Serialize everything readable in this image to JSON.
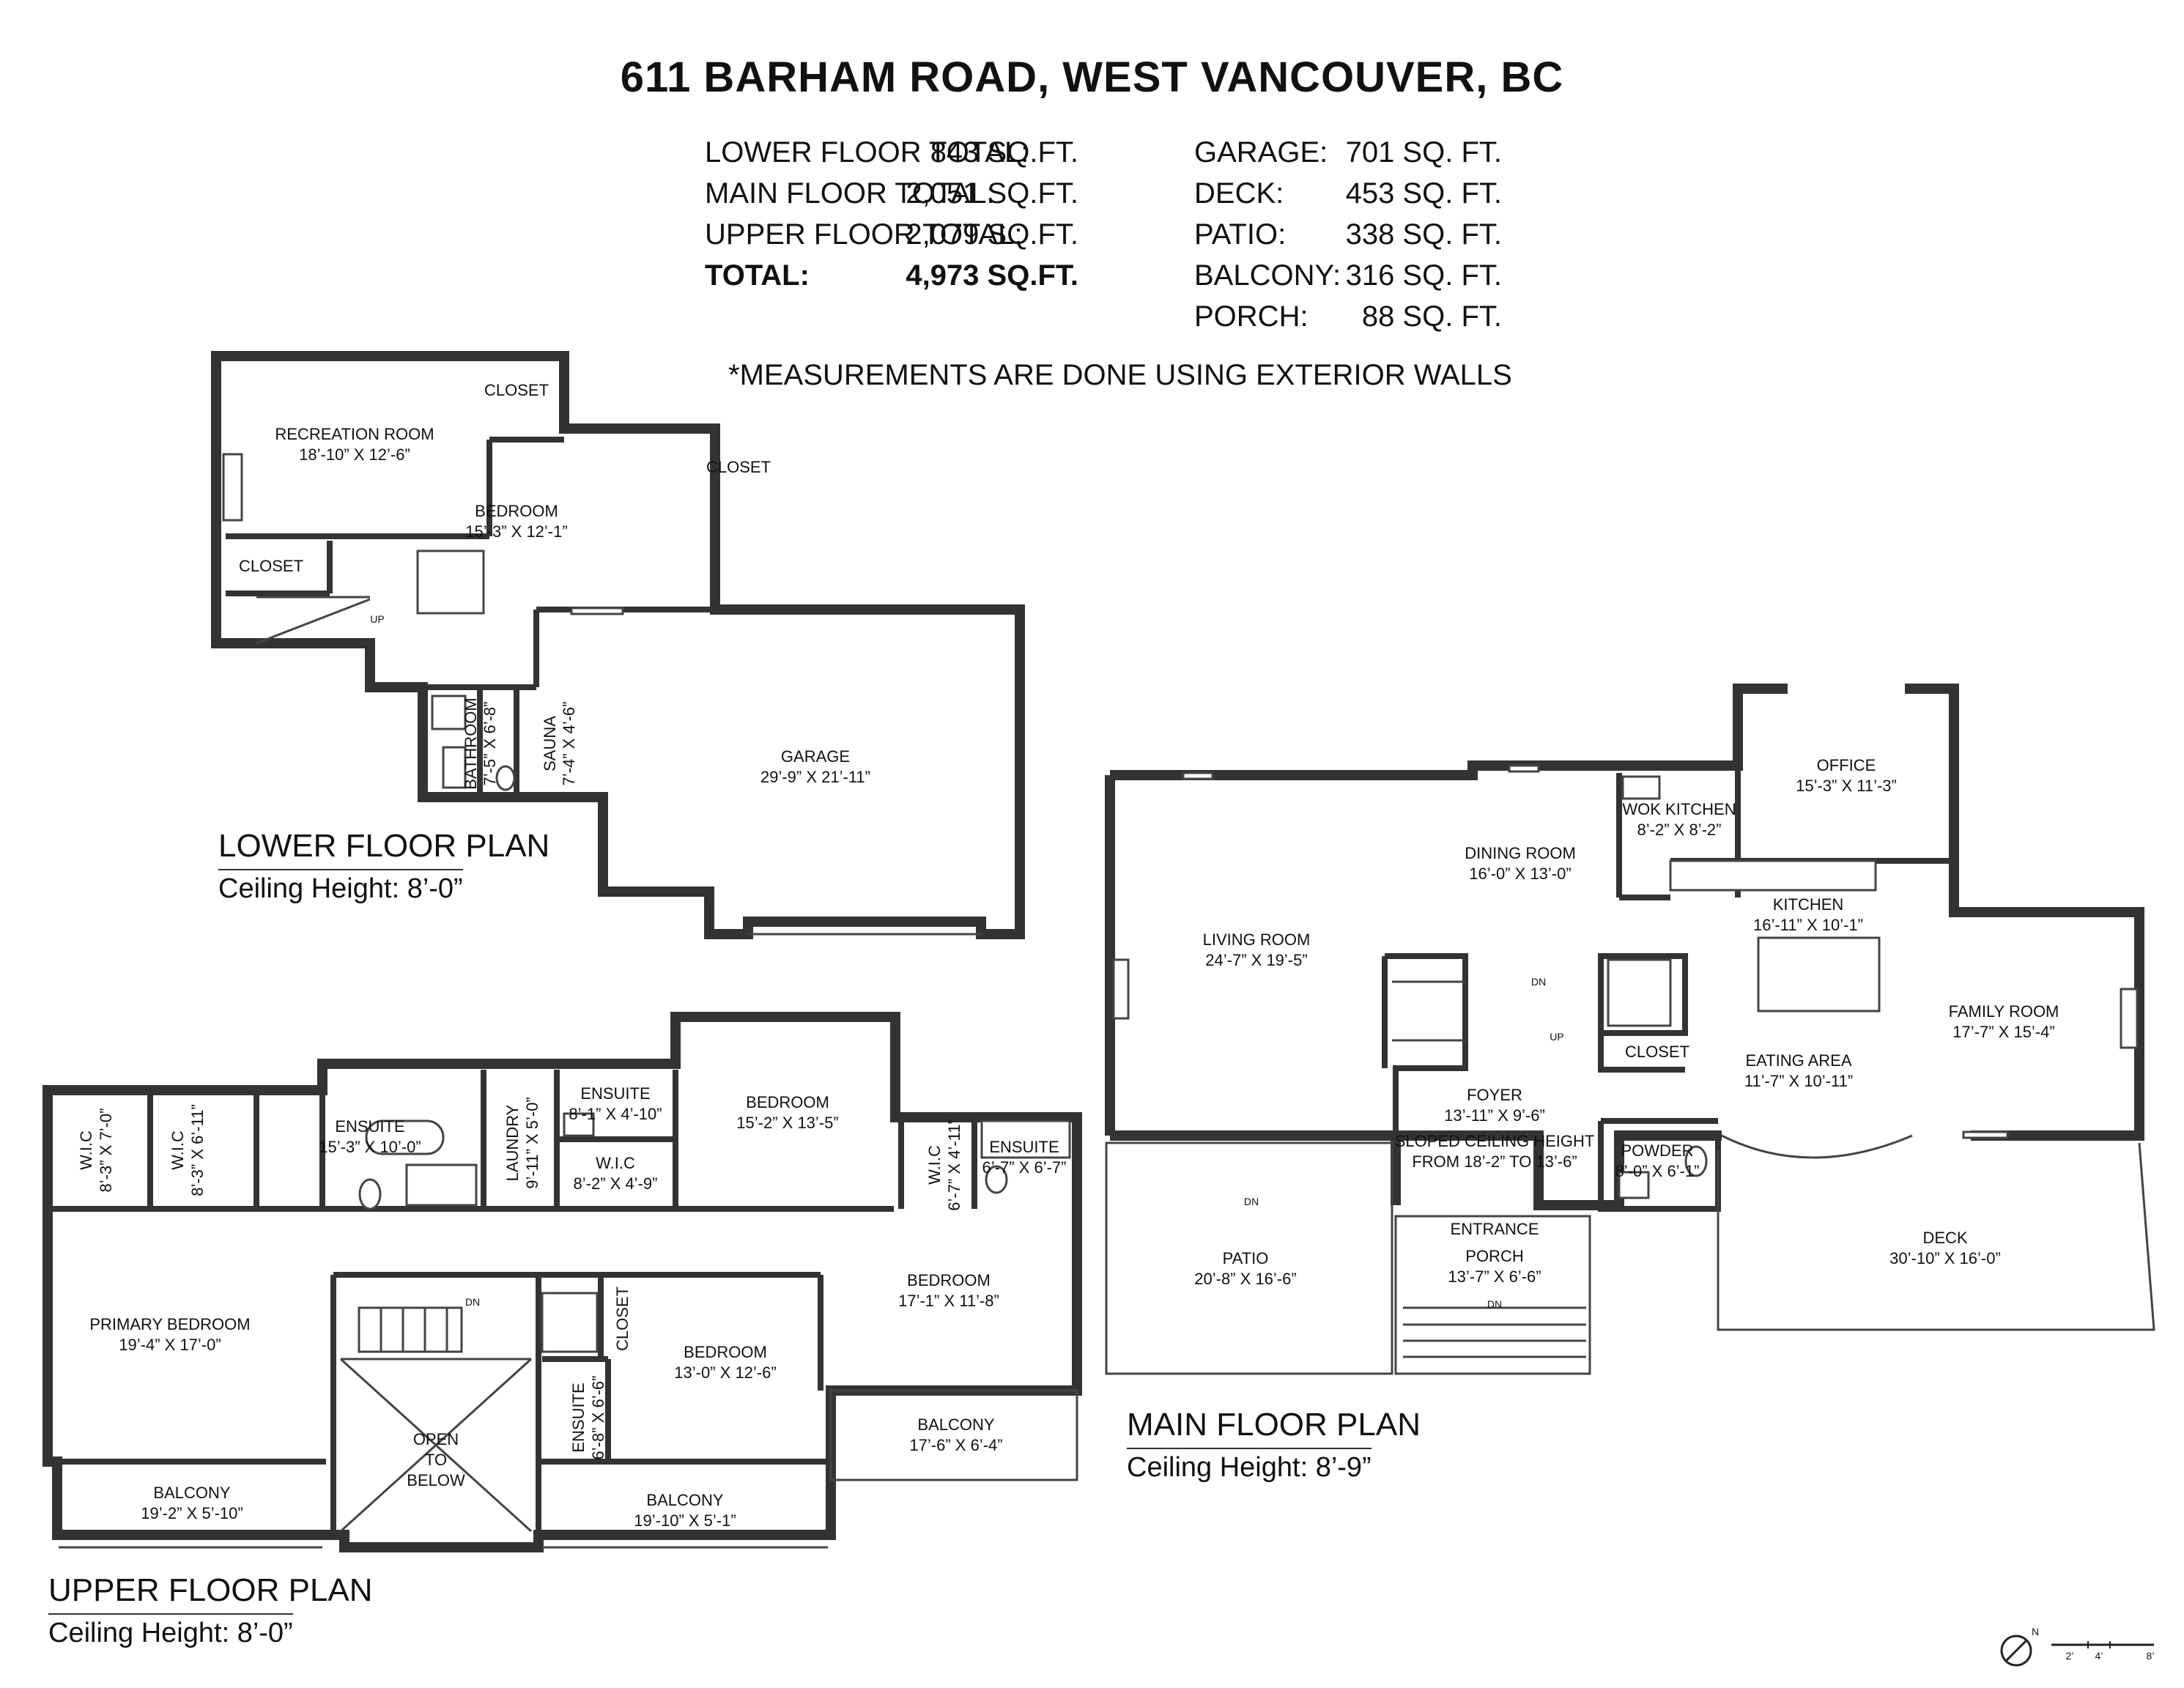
{
  "title": "611 BARHAM ROAD, WEST VANCOUVER, BC",
  "summary": [
    {
      "label": "LOWER FLOOR TOTAL:",
      "value": "843 SQ.FT.",
      "bold": false
    },
    {
      "label": "MAIN FLOOR TOTAL:",
      "value": "2,051 SQ.FT.",
      "bold": false
    },
    {
      "label": "UPPER FLOOR TOTAL:",
      "value": "2,079 SQ.FT.",
      "bold": false
    },
    {
      "label": "TOTAL:",
      "value": "4,973 SQ.FT.",
      "bold": true
    }
  ],
  "extras": [
    {
      "label": "GARAGE:",
      "value": "701 SQ. FT."
    },
    {
      "label": "DECK:",
      "value": "453 SQ. FT."
    },
    {
      "label": "PATIO:",
      "value": "338 SQ. FT."
    },
    {
      "label": "BALCONY:",
      "value": "316 SQ. FT."
    },
    {
      "label": "PORCH:",
      "value": "88 SQ. FT."
    }
  ],
  "note": "*MEASUREMENTS ARE DONE USING EXTERIOR WALLS",
  "plans": {
    "lower": {
      "title": "LOWER FLOOR PLAN",
      "ceiling": "Ceiling Height: 8’-0”"
    },
    "main": {
      "title": "MAIN FLOOR PLAN",
      "ceiling": "Ceiling Height: 8’-9”"
    },
    "upper": {
      "title": "UPPER FLOOR PLAN",
      "ceiling": "Ceiling Height: 8’-0”"
    }
  },
  "rooms": {
    "recreation": {
      "name": "RECREATION ROOM",
      "dims": "18’-10” X 12’-6”"
    },
    "lower_bedroom": {
      "name": "BEDROOM",
      "dims": "15’-3” X 12’-1”"
    },
    "garage": {
      "name": "GARAGE",
      "dims": "29’-9” X 21’-11”"
    },
    "lower_bathroom": {
      "name": "BATHROOM",
      "dims": "7’-5” X 6’-8”"
    },
    "sauna": {
      "name": "SAUNA",
      "dims": "7’-4” X 4’-6”"
    },
    "living": {
      "name": "LIVING ROOM",
      "dims": "24’-7” X 19’-5”"
    },
    "dining": {
      "name": "DINING ROOM",
      "dims": "16’-0” X 13’-0”"
    },
    "wok": {
      "name": "WOK KITCHEN",
      "dims": "8’-2” X 8’-2”"
    },
    "office": {
      "name": "OFFICE",
      "dims": "15’-3” X 11’-3”"
    },
    "kitchen": {
      "name": "KITCHEN",
      "dims": "16’-11” X 10’-1”"
    },
    "family": {
      "name": "FAMILY ROOM",
      "dims": "17’-7” X 15’-4”"
    },
    "eating": {
      "name": "EATING AREA",
      "dims": "11’-7” X 10’-11”"
    },
    "foyer": {
      "name": "FOYER",
      "dims": "13’-11” X 9’-6”"
    },
    "sloped": {
      "line1": "SLOPED CEILING HEIGHT",
      "line2": "FROM 18’-2” TO 13’-6”"
    },
    "powder": {
      "name": "POWDER",
      "dims": "8’-0” X 6’-1”"
    },
    "entrance": {
      "name": "ENTRANCE"
    },
    "porch": {
      "name": "PORCH",
      "dims": "13’-7” X 6’-6”"
    },
    "patio": {
      "name": "PATIO",
      "dims": "20’-8” X 16’-6”"
    },
    "deck": {
      "name": "DECK",
      "dims": "30’-10” X 16’-0”"
    },
    "primary_bedroom": {
      "name": "PRIMARY BEDROOM",
      "dims": "19’-4” X 17’-0”"
    },
    "wic1": {
      "name": "W.I.C",
      "dims": "8’-3” X 7’-0”"
    },
    "wic2": {
      "name": "W.I.C",
      "dims": "8’-3” X 6’-11”"
    },
    "ensuite_primary": {
      "name": "ENSUITE",
      "dims": "15’-3” X 10’-0”"
    },
    "laundry": {
      "name": "LAUNDRY",
      "dims": "9’-11” X 5’-0”"
    },
    "ensuite2": {
      "name": "ENSUITE",
      "dims": "8’-1” X 4’-10”"
    },
    "wic3": {
      "name": "W.I.C",
      "dims": "8’-2” X 4’-9”"
    },
    "upper_bedroom1": {
      "name": "BEDROOM",
      "dims": "15’-2” X 13’-5”"
    },
    "wic4": {
      "name": "W.I.C",
      "dims": "6’-7” X 4’-11”"
    },
    "ensuite3": {
      "name": "ENSUITE",
      "dims": "6’-7” X 6’-7”"
    },
    "upper_bedroom2": {
      "name": "BEDROOM",
      "dims": "17’-1” X 11’-8”"
    },
    "upper_bedroom3": {
      "name": "BEDROOM",
      "dims": "13’-0” X 12’-6”"
    },
    "ensuite4": {
      "name": "ENSUITE",
      "dims": "6’-8” X 6’-6”"
    },
    "open_to_below": {
      "line1": "OPEN",
      "line2": "TO",
      "line3": "BELOW"
    },
    "balcony1": {
      "name": "BALCONY",
      "dims": "19’-2” X 5’-10”"
    },
    "balcony2": {
      "name": "BALCONY",
      "dims": "19’-10” X 5’-1”"
    },
    "balcony3": {
      "name": "BALCONY",
      "dims": "17’-6” X 6’-4”"
    }
  },
  "closet_label": "CLOSET",
  "up_label": "UP",
  "dn_label": "DN",
  "compass": {
    "label": "N"
  },
  "scale": {
    "labels": [
      "2’",
      "4’",
      "8’"
    ]
  }
}
